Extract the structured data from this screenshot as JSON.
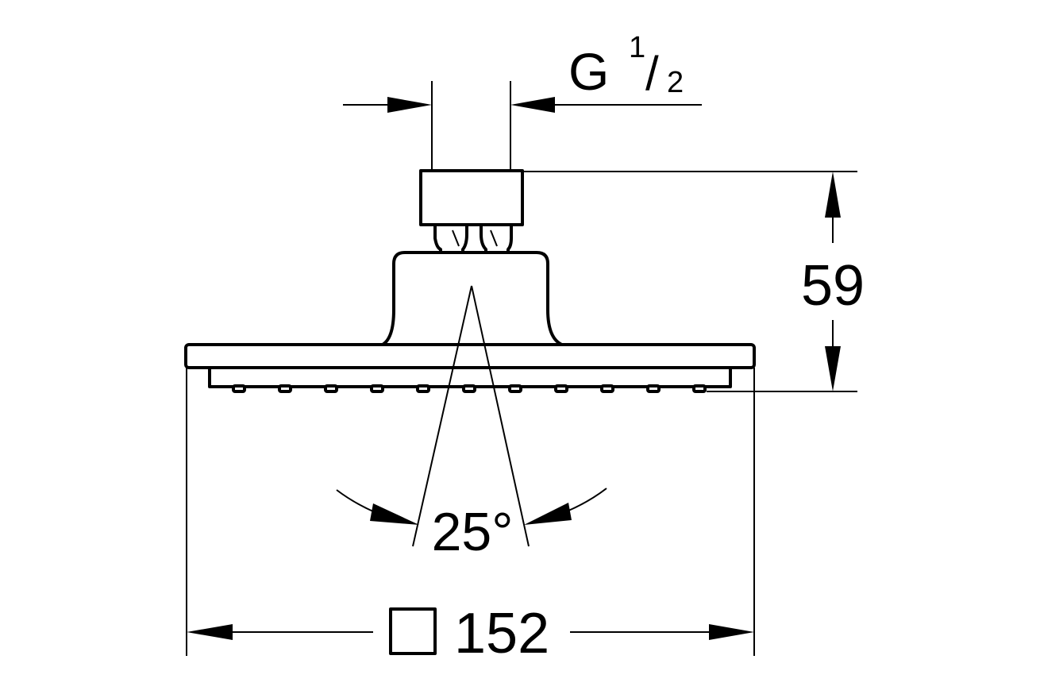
{
  "dimensions": {
    "thread": {
      "prefix": "G",
      "numerator": "1",
      "slash": "/",
      "denominator": "2"
    },
    "height": "59",
    "spray_angle": "25°",
    "width": "152"
  }
}
